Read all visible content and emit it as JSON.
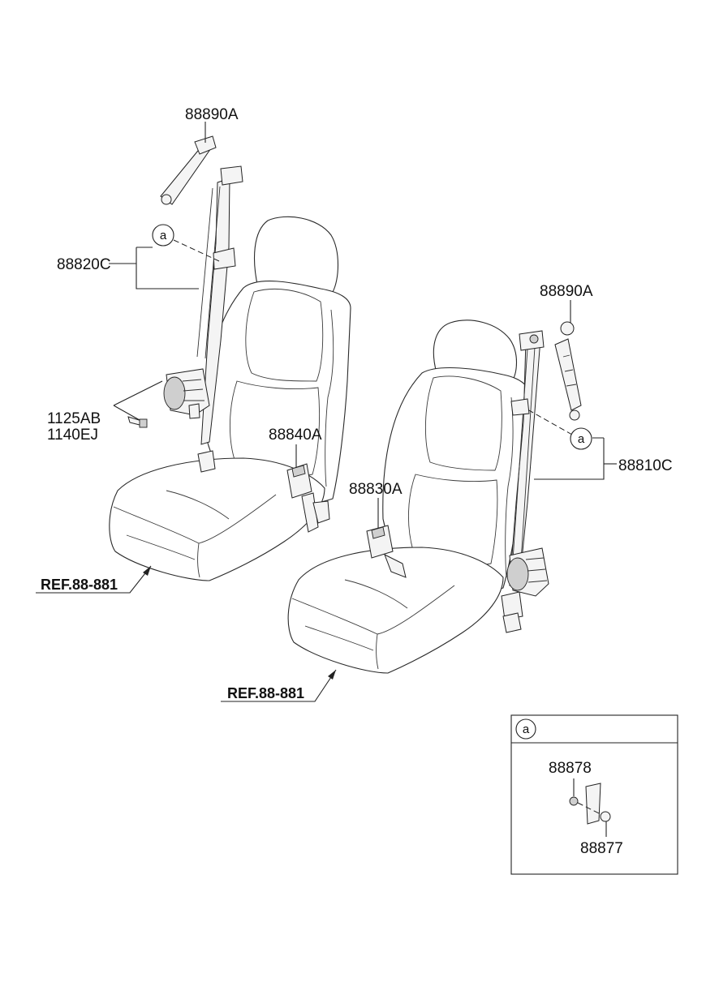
{
  "diagram": {
    "labels": {
      "anchor_left": "88890A",
      "belt_left": "88820C",
      "bolt_a": "1125AB",
      "bolt_b": "1140EJ",
      "buckle_left": "88840A",
      "anchor_right": "88890A",
      "belt_right": "88810C",
      "buckle_right": "88830A",
      "inset_upper": "88878",
      "inset_lower": "88877"
    },
    "ref_left": "REF.88-881",
    "ref_right": "REF.88-881",
    "callout_left": "a",
    "callout_right": "a",
    "inset_title": "a"
  }
}
